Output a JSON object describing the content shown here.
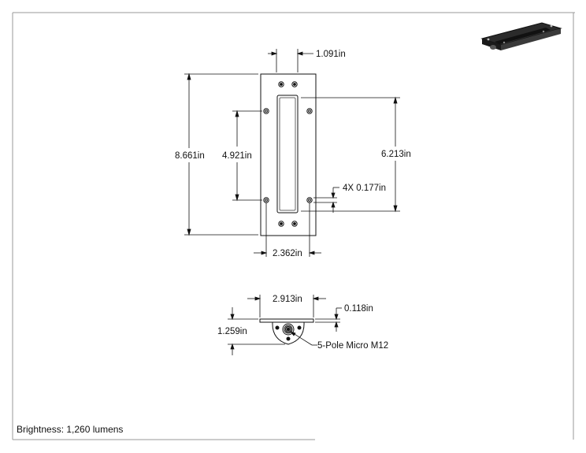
{
  "drawing": {
    "dimensions": {
      "slot_width": "1.091in",
      "overall_length": "8.661in",
      "slot_length": "4.921in",
      "hole_spacing_length": "6.213in",
      "hole_diameter": "4X 0.177in",
      "hole_spacing_width": "2.362in",
      "overall_width": "2.913in",
      "plate_thickness": "0.118in",
      "overall_height": "1.259in"
    },
    "callouts": {
      "connector": "5-Pole Micro M12"
    },
    "notes": {
      "brightness": "Brightness: 1,260 lumens"
    }
  }
}
